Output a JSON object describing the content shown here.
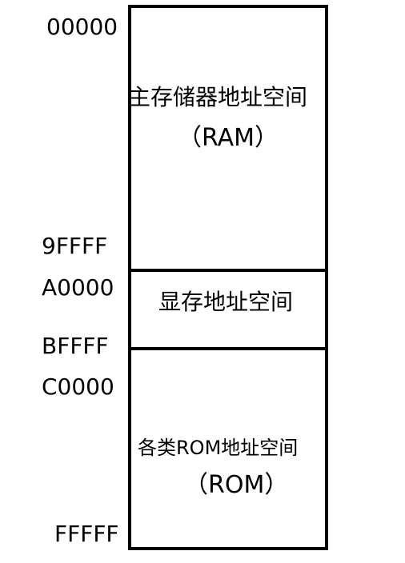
{
  "addresses": {
    "ram_start": "00000",
    "ram_end": "9FFFF",
    "vram_start": "A0000",
    "vram_end": "BFFFF",
    "rom_start": "C0000",
    "rom_end": "FFFFF"
  },
  "regions": {
    "ram": {
      "label": "主存储器地址空间",
      "sub": "（RAM）"
    },
    "vram": {
      "label": "显存地址空间"
    },
    "rom": {
      "label": "各类ROM地址空间",
      "sub": "（ROM）"
    }
  }
}
